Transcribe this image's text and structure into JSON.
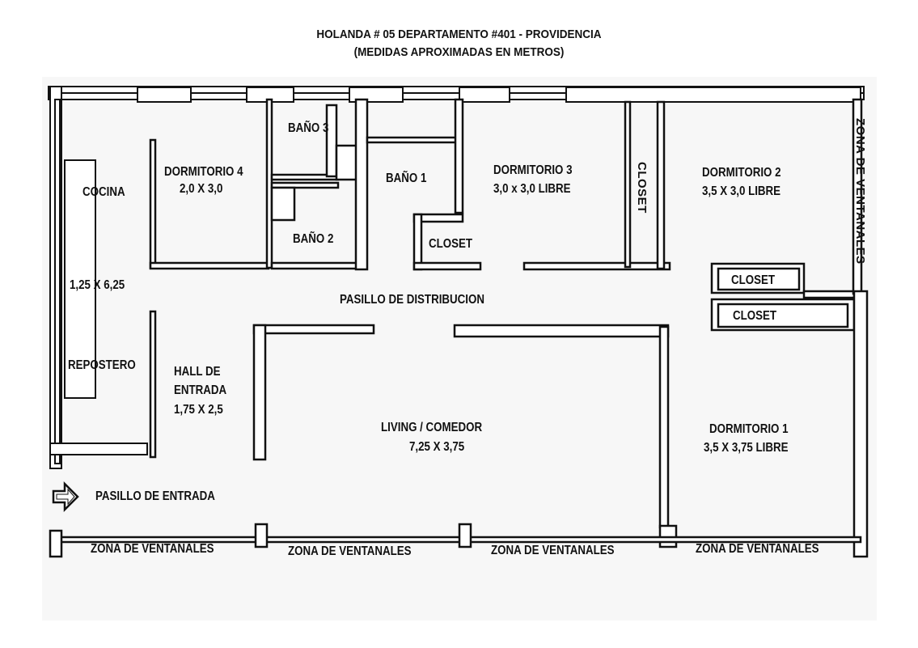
{
  "title": {
    "line1": "HOLANDA # 05 DEPARTAMENTO #401 - PROVIDENCIA",
    "line2": "(MEDIDAS APROXIMADAS EN METROS)"
  },
  "rooms": {
    "cocina": {
      "name": "COCINA",
      "size": "1,25 X 6,25"
    },
    "repostero": {
      "name": "REPOSTERO"
    },
    "dormitorio4": {
      "name": "DORMITORIO 4",
      "size": "2,0 X 3,0"
    },
    "bano3": {
      "name": "BAÑO 3"
    },
    "bano2": {
      "name": "BAÑO 2"
    },
    "bano1": {
      "name": "BAÑO 1"
    },
    "closet_bano1": {
      "name": "CLOSET"
    },
    "dormitorio3": {
      "name": "DORMITORIO 3",
      "size": "3,0 x 3,0 LIBRE"
    },
    "closet_vertical": {
      "name": "CLOSET"
    },
    "dormitorio2": {
      "name": "DORMITORIO 2",
      "size": "3,5 X 3,0 LIBRE"
    },
    "closet_a": {
      "name": "CLOSET"
    },
    "closet_b": {
      "name": "CLOSET"
    },
    "pasillo_distribucion": {
      "name": "PASILLO DE DISTRIBUCION"
    },
    "hall": {
      "line1": "HALL DE",
      "line2": "ENTRADA",
      "size": "1,75 X 2,5"
    },
    "living": {
      "name": "LIVING / COMEDOR",
      "size": "7,25 X 3,75"
    },
    "dormitorio1": {
      "name": "DORMITORIO 1",
      "size": "3,5 X 3,75 LIBRE"
    },
    "pasillo_entrada": {
      "name": "PASILLO DE ENTRADA"
    }
  },
  "ventanales": {
    "right": "ZONA DE VENTANALES",
    "bottom": [
      "ZONA DE VENTANALES",
      "ZONA DE VENTANALES",
      "ZONA DE VENTANALES",
      "ZONA DE VENTANALES"
    ]
  },
  "icons": {
    "entry_arrow": "right-arrow-icon"
  },
  "colors": {
    "wall": "#111111",
    "background": "#ffffff",
    "paper": "#f7f7f7"
  }
}
